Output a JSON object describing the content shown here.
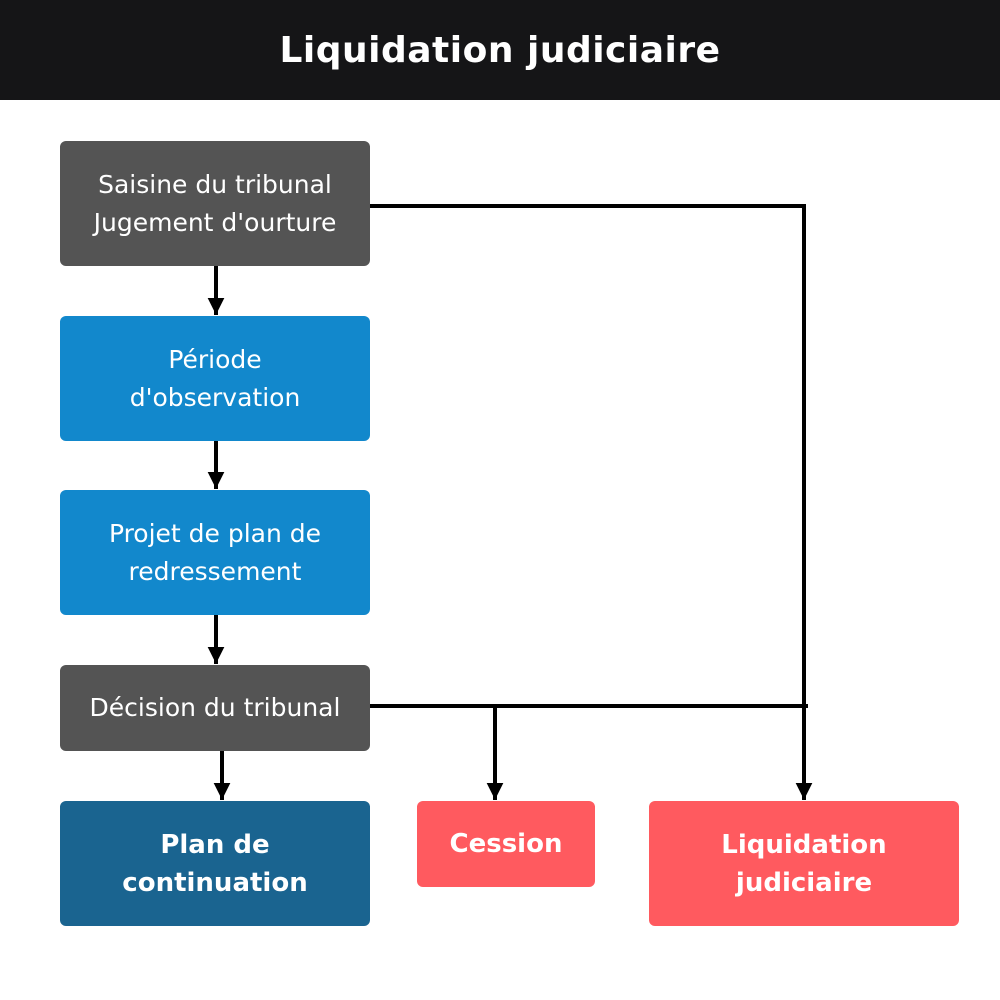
{
  "header": {
    "title": "Liquidation judiciaire"
  },
  "nodes": {
    "saisine": {
      "line1": "Saisine du tribunal",
      "line2": "Jugement d'ourture",
      "color": "#545454"
    },
    "periode": {
      "line1": "Période",
      "line2": "d'observation",
      "color": "#1288CC"
    },
    "projet": {
      "line1": "Projet de plan de",
      "line2": "redressement",
      "color": "#1288CC"
    },
    "decision": {
      "line1": "Décision du tribunal",
      "color": "#545454"
    },
    "plan": {
      "line1": "Plan de",
      "line2": "continuation",
      "color": "#1A6490"
    },
    "cession": {
      "line1": "Cession",
      "color": "#FF5A5F"
    },
    "liquidation": {
      "line1": "Liquidation",
      "line2": "judiciaire",
      "color": "#FF5A5F"
    }
  },
  "colors": {
    "header_bg": "#151517",
    "connector": "#000000"
  }
}
